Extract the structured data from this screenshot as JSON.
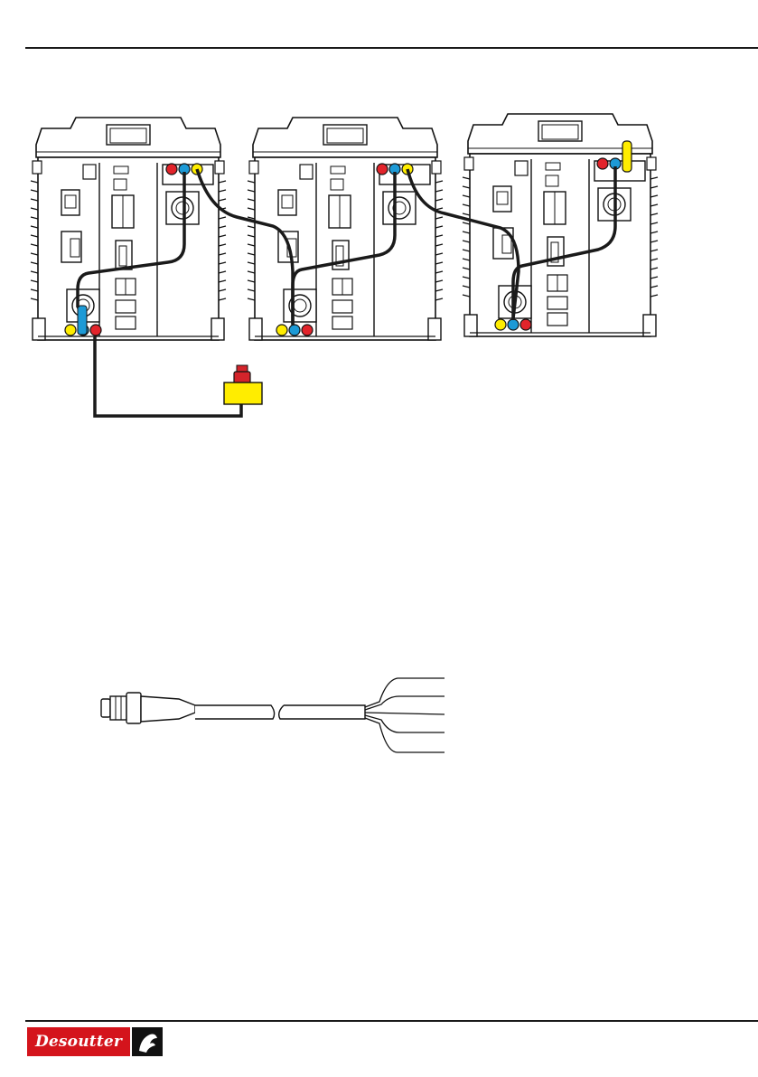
{
  "header": {
    "rule": true
  },
  "figure_top": {
    "controllers": [
      {
        "id": "controller-1"
      },
      {
        "id": "controller-2"
      },
      {
        "id": "controller-3"
      }
    ],
    "connector_colors": {
      "red": "#e2242b",
      "blue": "#1d9ad6",
      "yellow": "#ffed00",
      "cable": "#1a1a1a"
    },
    "emergency_stop": {
      "body_color": "#ffed00",
      "button_color": "#d4242b"
    },
    "terminator_color": "#ffed00"
  },
  "figure_bottom": {
    "cable_type": "connector-with-flying-leads",
    "lead_count": 5
  },
  "footer": {
    "brand": "Desoutter",
    "brand_color": "#d4141c"
  }
}
